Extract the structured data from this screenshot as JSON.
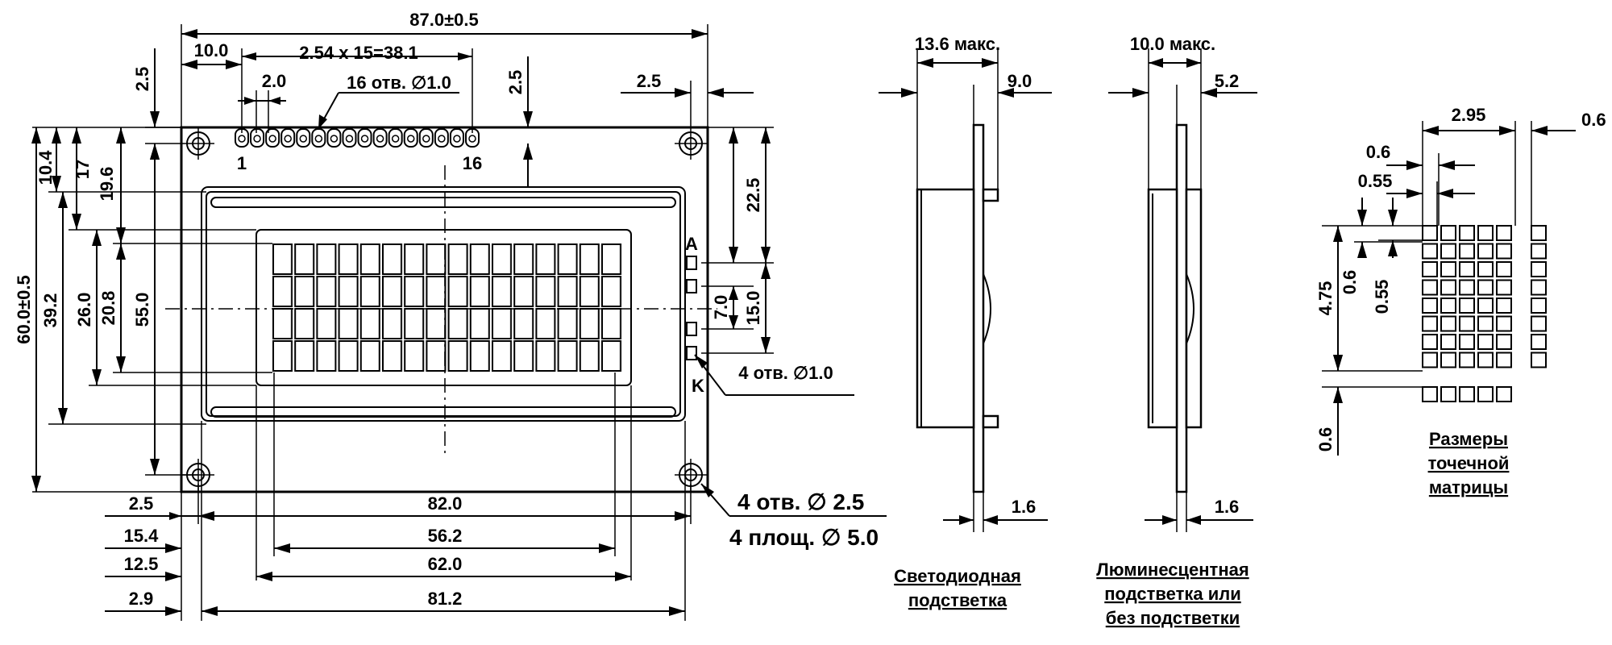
{
  "front": {
    "overall_width": "87.0±0.5",
    "left_offset": "10.0",
    "pin_pitch": "2.54 x 15=38.1",
    "pin_spacing": "2.0",
    "pin_holes": "16 отв. ∅1.0",
    "pin_first": "1",
    "pin_last": "16",
    "top_margin_left": "2.5",
    "top_margin_pins": "2.5",
    "right_margin": "2.5",
    "dim_10_4": "10.4",
    "dim_17": "17",
    "dim_19_6": "19.6",
    "overall_height": "60.0±0.5",
    "dim_39_2": "39.2",
    "dim_26_0": "26.0",
    "dim_20_8": "20.8",
    "dim_55_0": "55.0",
    "dim_22_5": "22.5",
    "dim_15_0": "15.0",
    "dim_7_0": "7.0",
    "label_a": "A",
    "label_k": "K",
    "backlight_holes": "4 отв. ∅1.0",
    "bottom_rows": [
      {
        "left": "2.5",
        "value": "82.0"
      },
      {
        "left": "15.4",
        "value": "56.2"
      },
      {
        "left": "12.5",
        "value": "62.0"
      },
      {
        "left": "2.9",
        "value": "81.2"
      }
    ],
    "mount_holes": "4 отв. ∅ 2.5",
    "mount_pads": "4 площ. ∅ 5.0"
  },
  "side_led": {
    "max_width": "13.6 макс.",
    "width": "9.0",
    "pcb": "1.6",
    "caption_line1": "Светодиодная",
    "caption_line2": "подстветка"
  },
  "side_el": {
    "max_width": "10.0 макс.",
    "width": "5.2",
    "pcb": "1.6",
    "caption_line1": "Люминесцентная",
    "caption_line2": "подстветка или",
    "caption_line3": "без подстветки"
  },
  "matrix": {
    "char_width": "2.95",
    "gap_h": "0.6",
    "dot_w1": "0.6",
    "dot_w2": "0.55",
    "char_height": "4.75",
    "dot_h1": "0.6",
    "dot_h2": "0.55",
    "cursor_gap": "0.6",
    "caption_line1": "Размеры",
    "caption_line2": "точечной",
    "caption_line3": "матрицы"
  }
}
